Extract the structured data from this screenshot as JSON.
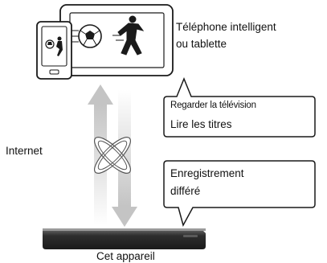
{
  "device_label": [
    "Téléphone intelligent",
    "ou tablette"
  ],
  "internet_label": "Internet",
  "bubble_top": {
    "line1": "Regarder la télévision",
    "line2": "Lire les titres"
  },
  "bubble_bottom": [
    "Enregistrement",
    "différé"
  ],
  "recorder_label": "Cet appareil",
  "colors": {
    "stroke": "#1a1a1a",
    "arrow_fill": "#c9c9c9",
    "recorder_body": "#3a3a3a",
    "recorder_top": "#8c8c8c"
  }
}
